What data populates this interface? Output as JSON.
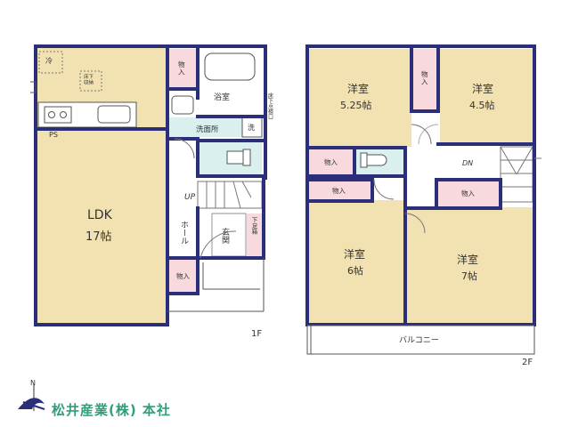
{
  "floor1": {
    "label": "1F",
    "rooms": {
      "fridge": "冷",
      "underfloor_storage": "床下\n収納",
      "ps": "PS",
      "ldk_name": "LDK",
      "ldk_size": "17帖",
      "closet_top": "物\n入",
      "bath": "浴室",
      "washroom": "洗面所",
      "wash": "洗",
      "underfloor_inspect": "床下点検口",
      "up": "UP",
      "hall": "ホール",
      "entrance": "玄関",
      "shoe_box": "下足箱",
      "closet_bottom": "物入"
    }
  },
  "floor2": {
    "label": "2F",
    "rooms": {
      "room1_name": "洋室",
      "room1_size": "5.25帖",
      "room2_name": "洋室",
      "room2_size": "4.5帖",
      "closet_top": "物\n入",
      "room3_name": "洋室",
      "room3_size": "6帖",
      "room4_name": "洋室",
      "room4_size": "7帖",
      "closet_a": "物入",
      "closet_b": "物入",
      "closet_c": "物入",
      "dn": "DN",
      "balcony": "バルコニー"
    }
  },
  "footer": {
    "compass_n": "N",
    "brand": "松井産業(株) 本社"
  },
  "colors": {
    "wall": "#2b2f7a",
    "room_fill": "#f3e2b1",
    "closet_fill": "#f7d9de",
    "wet_fill": "#d9f0ef",
    "brand_green": "#2e9f76"
  }
}
